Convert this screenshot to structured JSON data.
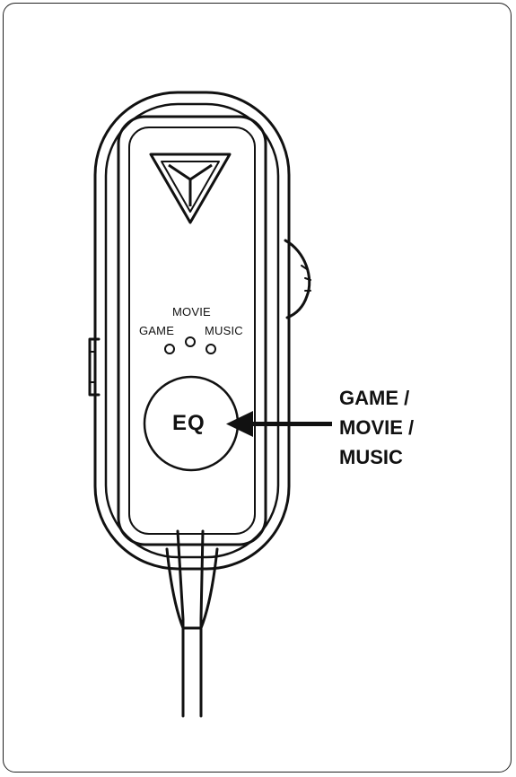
{
  "device": {
    "mode_labels": {
      "movie": "MOVIE",
      "game": "GAME",
      "music": "MUSIC"
    },
    "button_label": "EQ",
    "logo_icon": "triangle-y-logo-icon"
  },
  "callout": {
    "lines": [
      "GAME /",
      "MOVIE /",
      "MUSIC"
    ]
  }
}
